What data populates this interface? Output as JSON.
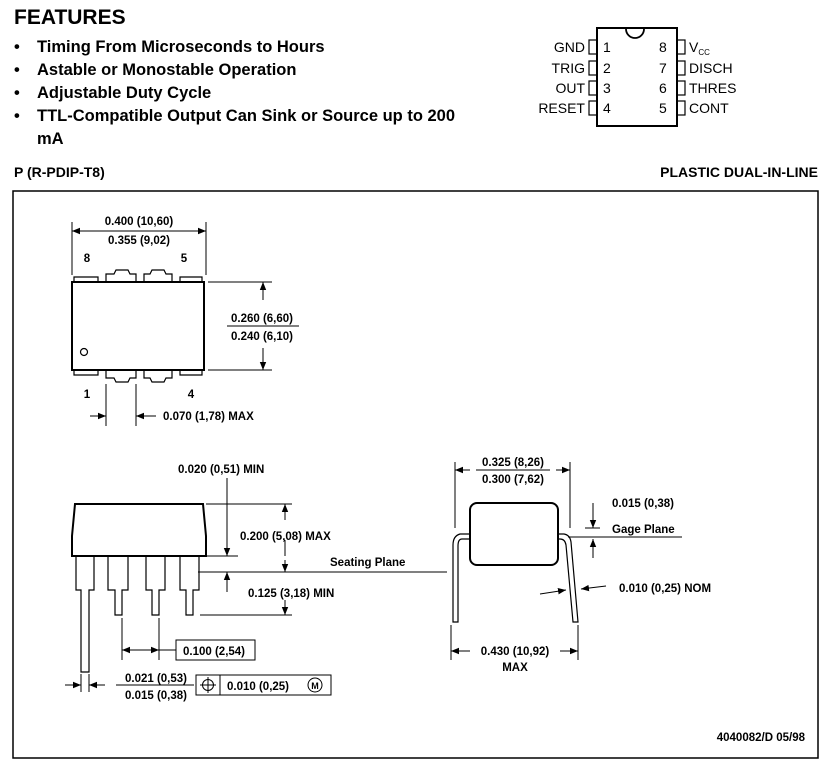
{
  "features": {
    "title": "FEATURES",
    "bullet": "•",
    "items": [
      "Timing From Microseconds to Hours",
      "Astable or Monostable Operation",
      "Adjustable Duty Cycle",
      "TTL-Compatible Output Can Sink or Source up to 200 mA"
    ]
  },
  "pinout": {
    "left_pins": [
      {
        "name": "GND",
        "num": "1"
      },
      {
        "name": "TRIG",
        "num": "2"
      },
      {
        "name": "OUT",
        "num": "3"
      },
      {
        "name": "RESET",
        "num": "4"
      }
    ],
    "right_pins": [
      {
        "name": "V",
        "sub": "CC",
        "num": "8"
      },
      {
        "name": "DISCH",
        "num": "7"
      },
      {
        "name": "THRES",
        "num": "6"
      },
      {
        "name": "CONT",
        "num": "5"
      }
    ]
  },
  "package": {
    "code": "P (R-PDIP-T8)",
    "type": "PLASTIC DUAL-IN-LINE"
  },
  "drawing": {
    "top_view": {
      "width_max": "0.400 (10,60)",
      "width_min": "0.355 (9,02)",
      "height_max": "0.260 (6,60)",
      "height_min": "0.240 (6,10)",
      "pin_8": "8",
      "pin_5": "5",
      "pin_1": "1",
      "pin_4": "4",
      "lead_width": "0.070 (1,78) MAX"
    },
    "side_view": {
      "standoff": "0.020 (0,51) MIN",
      "body_height": "0.200 (5,08) MAX",
      "seating_plane": "Seating Plane",
      "lead_length": "0.125 (3,18) MIN",
      "pitch": "0.100 (2,54)",
      "lead_dia_max": "0.021 (0,53)",
      "lead_dia_min": "0.015 (0,38)",
      "tolerance": "0.010 (0,25)",
      "tolerance_mod": "M"
    },
    "end_view": {
      "row_max": "0.325 (8,26)",
      "row_min": "0.300 (7,62)",
      "gage_dim": "0.015 (0,38)",
      "gage_plane": "Gage Plane",
      "lead_thickness": "0.010 (0,25) NOM",
      "spread": "0.430 (10,92)",
      "spread_max": "MAX"
    },
    "doc_number": "4040082/D 05/98"
  }
}
